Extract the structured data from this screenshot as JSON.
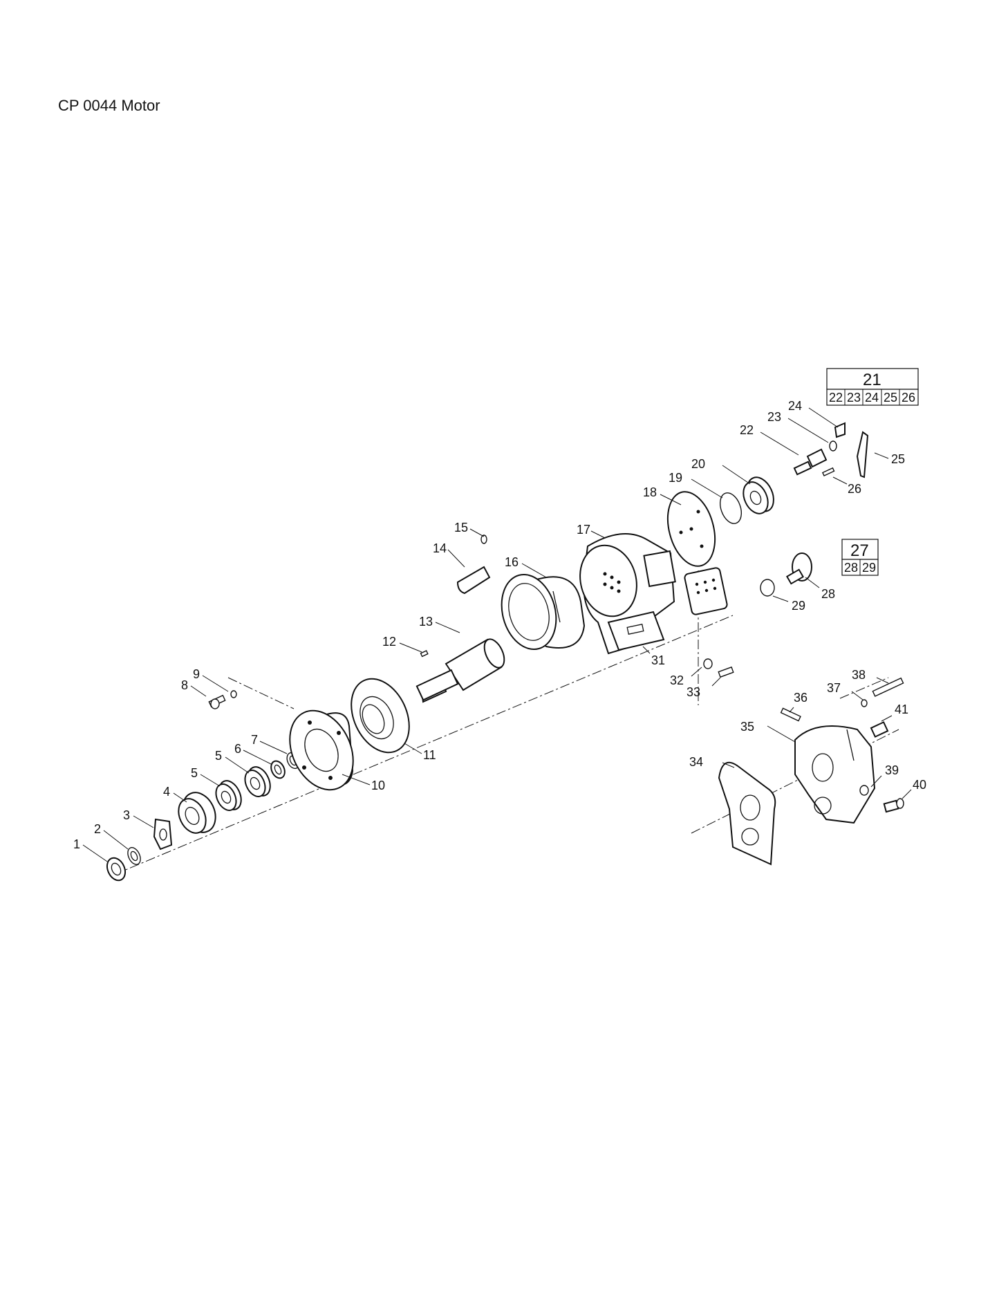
{
  "title": "CP 0044 Motor",
  "callouts": [
    "1",
    "2",
    "3",
    "4",
    "5",
    "5",
    "6",
    "7",
    "8",
    "9",
    "10",
    "11",
    "12",
    "13",
    "14",
    "15",
    "16",
    "17",
    "18",
    "19",
    "20",
    "22",
    "23",
    "24",
    "25",
    "26",
    "28",
    "29",
    "31",
    "32",
    "33",
    "34",
    "35",
    "36",
    "37",
    "38",
    "39",
    "40",
    "41"
  ],
  "kit_21": {
    "label": "21",
    "items": [
      "22",
      "23",
      "24",
      "25",
      "26"
    ]
  },
  "kit_27": {
    "label": "27",
    "items": [
      "28",
      "29"
    ]
  }
}
